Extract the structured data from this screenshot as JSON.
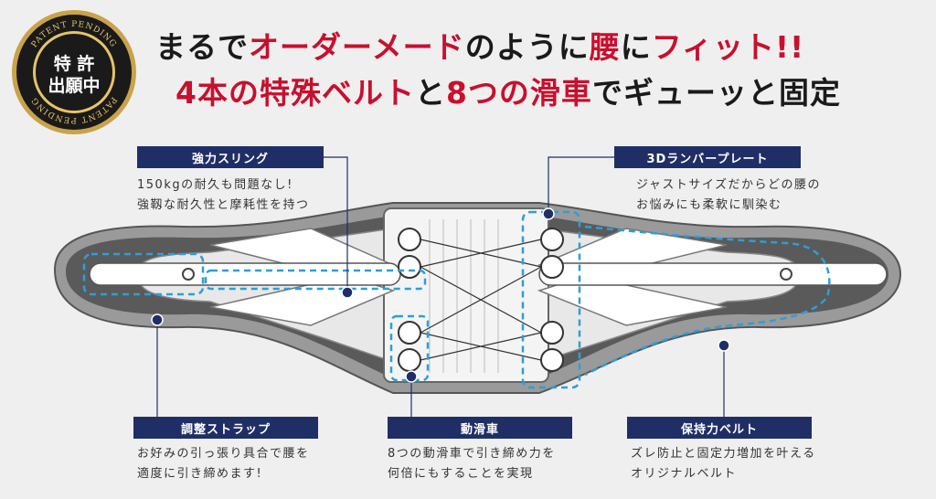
{
  "seal": {
    "ring_top": "PATENT PENDING",
    "ring_bottom": "PATENT PENDING",
    "line1": "特 許",
    "line2": "出願中"
  },
  "headline": {
    "l1_a": "まるで",
    "l1_b": "オーダーメード",
    "l1_c": "のように",
    "l1_d": "腰",
    "l1_e": "に",
    "l1_f": "フィット!!",
    "l2_a": "4本の特殊ベルト",
    "l2_b": "と",
    "l2_c": "8つの滑車",
    "l2_d": "でギューッと固定"
  },
  "callouts": {
    "sling": {
      "label": "強力スリング",
      "desc1": "150kgの耐久も問題なし!",
      "desc2": "強靱な耐久性と摩耗性を持つ"
    },
    "lumbar": {
      "label": "3Dランバープレート",
      "desc1": "ジャストサイズだからどの腰の",
      "desc2": "お悩みにも柔軟に馴染む"
    },
    "strap": {
      "label": "調整ストラップ",
      "desc1": "お好みの引っ張り具合で腰を",
      "desc2": "適度に引き締めます!"
    },
    "pulley": {
      "label": "動滑車",
      "desc1": "8つの動滑車で引き締め力を",
      "desc2": "何倍にもすることを実現"
    },
    "belt": {
      "label": "保持力ベルト",
      "desc1": "ズレ防止と固定力増加を叶える",
      "desc2": "オリジナルベルト"
    }
  },
  "colors": {
    "accent_red": "#c8102e",
    "label_navy": "#1f2f66",
    "dashed_blue": "#2b9fd9",
    "background": "#efefef"
  }
}
